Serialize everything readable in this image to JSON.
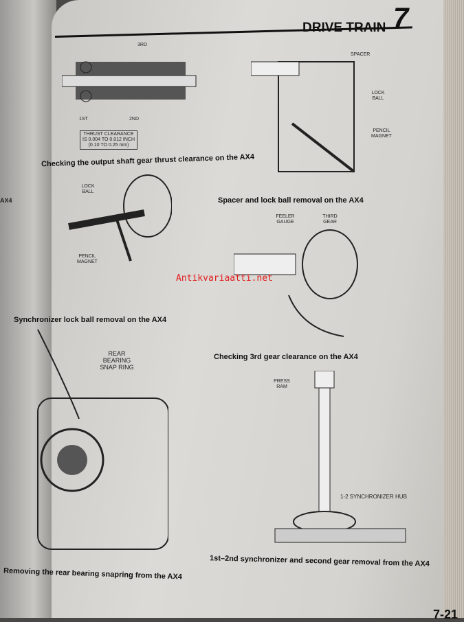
{
  "header": {
    "section": "DRIVE TRAIN",
    "chapter": "7"
  },
  "left_page": {
    "fragment": "AX4"
  },
  "figures": [
    {
      "caption": "Checking the output shaft gear thrust clearance on the AX4",
      "labels": [
        "3RD",
        "1ST",
        "2ND"
      ],
      "note": [
        "THRUST CLEARANCE",
        "IS 0.004 TO 0.012 INCH",
        "(0.10 TO 0.25 mm)"
      ]
    },
    {
      "caption": "Spacer and lock ball removal on the AX4",
      "labels": [
        "SPACER",
        "LOCK BALL",
        "PENCIL MAGNET"
      ]
    },
    {
      "caption": "Synchronizer lock ball removal on the AX4",
      "labels": [
        "LOCK BALL",
        "PENCIL MAGNET"
      ]
    },
    {
      "caption": "Checking 3rd gear clearance on the AX4",
      "labels": [
        "FEELER GAUGE",
        "THIRD GEAR"
      ]
    },
    {
      "caption": "Removing the rear bearing snapring from the AX4",
      "labels": [
        "REAR BEARING SNAP RING"
      ]
    },
    {
      "caption": "1st–2nd synchronizer and second gear removal from the AX4",
      "labels": [
        "PRESS RAM",
        "1-2 SYNCHRONIZER HUB"
      ]
    }
  ],
  "watermark": "Antikvariaatti.net",
  "page_number": "7-21"
}
